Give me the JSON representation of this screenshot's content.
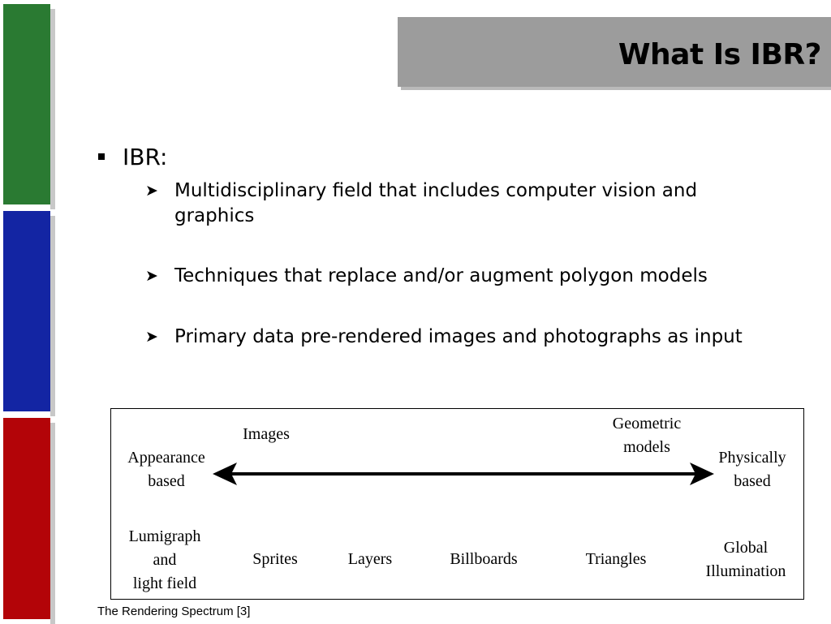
{
  "colors": {
    "bar_green": "#2a7a32",
    "bar_blue": "#1325a3",
    "bar_red": "#b30408",
    "title_box": "#9c9c9c"
  },
  "title": "What Is IBR?",
  "content": {
    "main_bullet": "IBR:",
    "sub_bullets": [
      "Multidisciplinary field that includes computer vision and graphics",
      "Techniques that replace and/or augment polygon models",
      "Primary data pre-rendered images and photographs as input"
    ]
  },
  "diagram": {
    "top_left_label": "Images",
    "top_right_label": "Geometric\nmodels",
    "left_end_label": "Appearance\nbased",
    "right_end_label": "Physically\nbased",
    "techniques": [
      "Lumigraph\nand\nlight field",
      "Sprites",
      "Layers",
      "Billboards",
      "Triangles",
      "Global\nIllumination"
    ]
  },
  "footer": "The Rendering Spectrum [3]"
}
